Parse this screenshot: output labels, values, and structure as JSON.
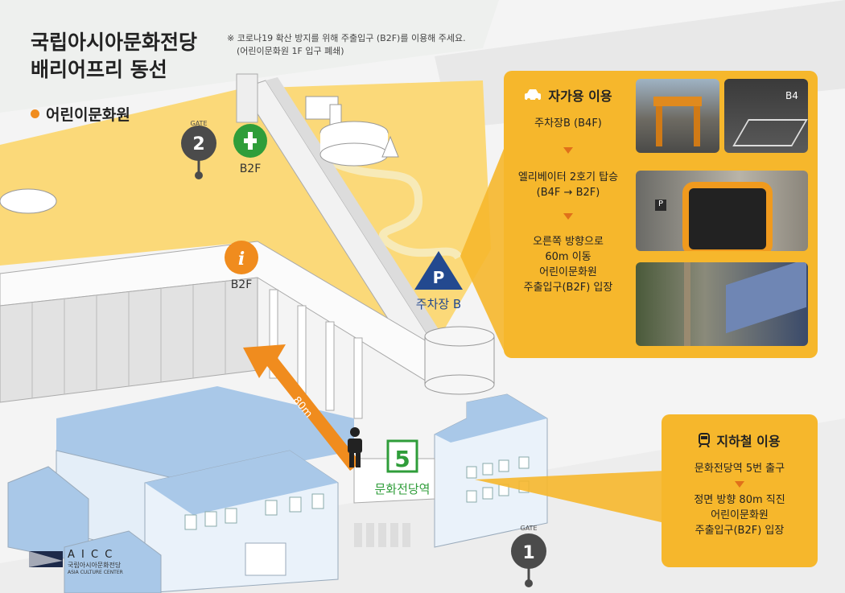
{
  "header": {
    "title_line1": "국립아시아문화전당",
    "title_line2": "배리어프리 동선",
    "subtitle": "어린이문화원",
    "notice_line1": "※ 코로나19 확산 방지를 위해 주출입구 (B2F)를 이용해 주세요.",
    "notice_line2": "(어린이문화원 1F 입구 폐쇄)"
  },
  "map_labels": {
    "gate2_word": "GATE",
    "gate2_number": "2",
    "gate1_word": "GATE",
    "gate1_number": "1",
    "elevator_floor": "B2F",
    "info_floor": "B2F",
    "parking_letter": "P",
    "parking_label": "주차장 B",
    "distance": "80m",
    "station_number": "5",
    "station_label": "문화전당역"
  },
  "car_panel": {
    "heading": "자가용 이용",
    "step1": "주차장B (B4F)",
    "step2_line1": "엘리베이터 2호기 탑승",
    "step2_line2": "(B4F → B2F)",
    "step3_line1": "오른쪽 방향으로",
    "step3_line2": "60m 이동",
    "step3_line3": "어린이문화원",
    "step3_line4": "주출입구(B2F) 입장",
    "photo_sign_text": "B4"
  },
  "subway_panel": {
    "heading": "지하철 이용",
    "step1": "문화전당역 5번 출구",
    "step2_line1": "정면 방향 80m 직진",
    "step2_line2": "어린이문화원",
    "step2_line3": "주출입구(B2F) 입장"
  },
  "logo": {
    "letters": "A I C C",
    "korean": "국립아시아문화전당",
    "english": "Asia Culture Center"
  },
  "colors": {
    "panel": "#f6b72c",
    "accent_orange": "#f08c1e",
    "map_yellow": "#fbd979",
    "building_blue": "#a9c8e8",
    "station_green": "#2f9d3a",
    "parking_blue": "#23498f",
    "gate_gray": "#4b4b4b"
  }
}
